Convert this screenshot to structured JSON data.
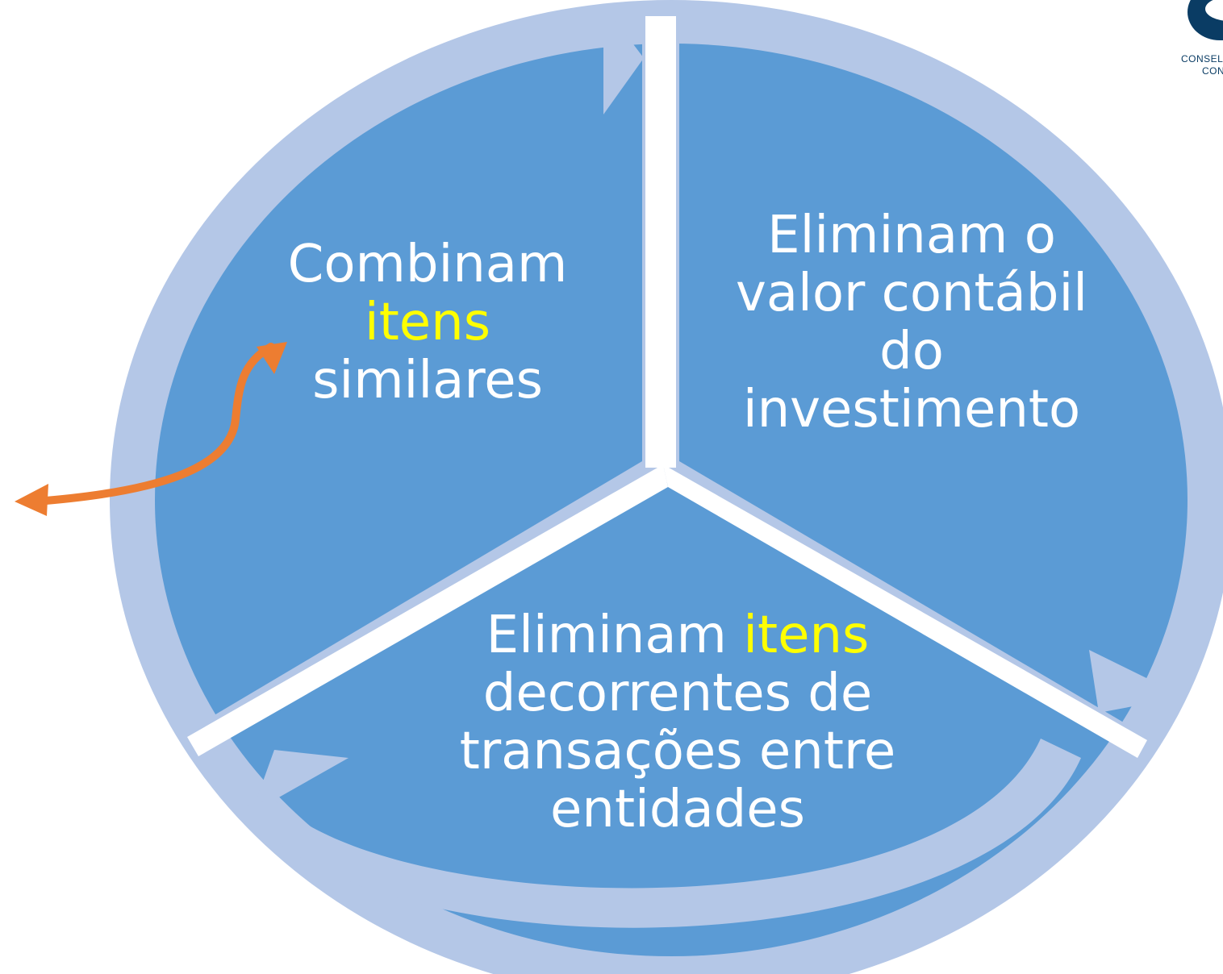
{
  "colors": {
    "segment_fill": "#5b9bd5",
    "ring": "#b4c7e7",
    "arrow_accent": "#ed7d31",
    "text": "#ffffff",
    "highlight": "#ffff00",
    "logo": "#0a3c64"
  },
  "segments": {
    "left": {
      "lines": [
        [
          {
            "text": "Combinam"
          }
        ],
        [
          {
            "text": "itens",
            "highlight": true
          }
        ],
        [
          {
            "text": "similares"
          }
        ]
      ]
    },
    "right": {
      "lines": [
        [
          {
            "text": "Eliminam o"
          }
        ],
        [
          {
            "text": "valor contábil"
          }
        ],
        [
          {
            "text": "do"
          }
        ],
        [
          {
            "text": "investimento"
          }
        ]
      ]
    },
    "bottom": {
      "lines": [
        [
          {
            "text": "Eliminam "
          },
          {
            "text": "itens",
            "highlight": true
          }
        ],
        [
          {
            "text": "decorrentes de"
          }
        ],
        [
          {
            "text": "transações entre"
          }
        ],
        [
          {
            "text": "entidades"
          }
        ]
      ]
    }
  },
  "logo": {
    "line1": "CONSEL",
    "line2": "CON"
  }
}
